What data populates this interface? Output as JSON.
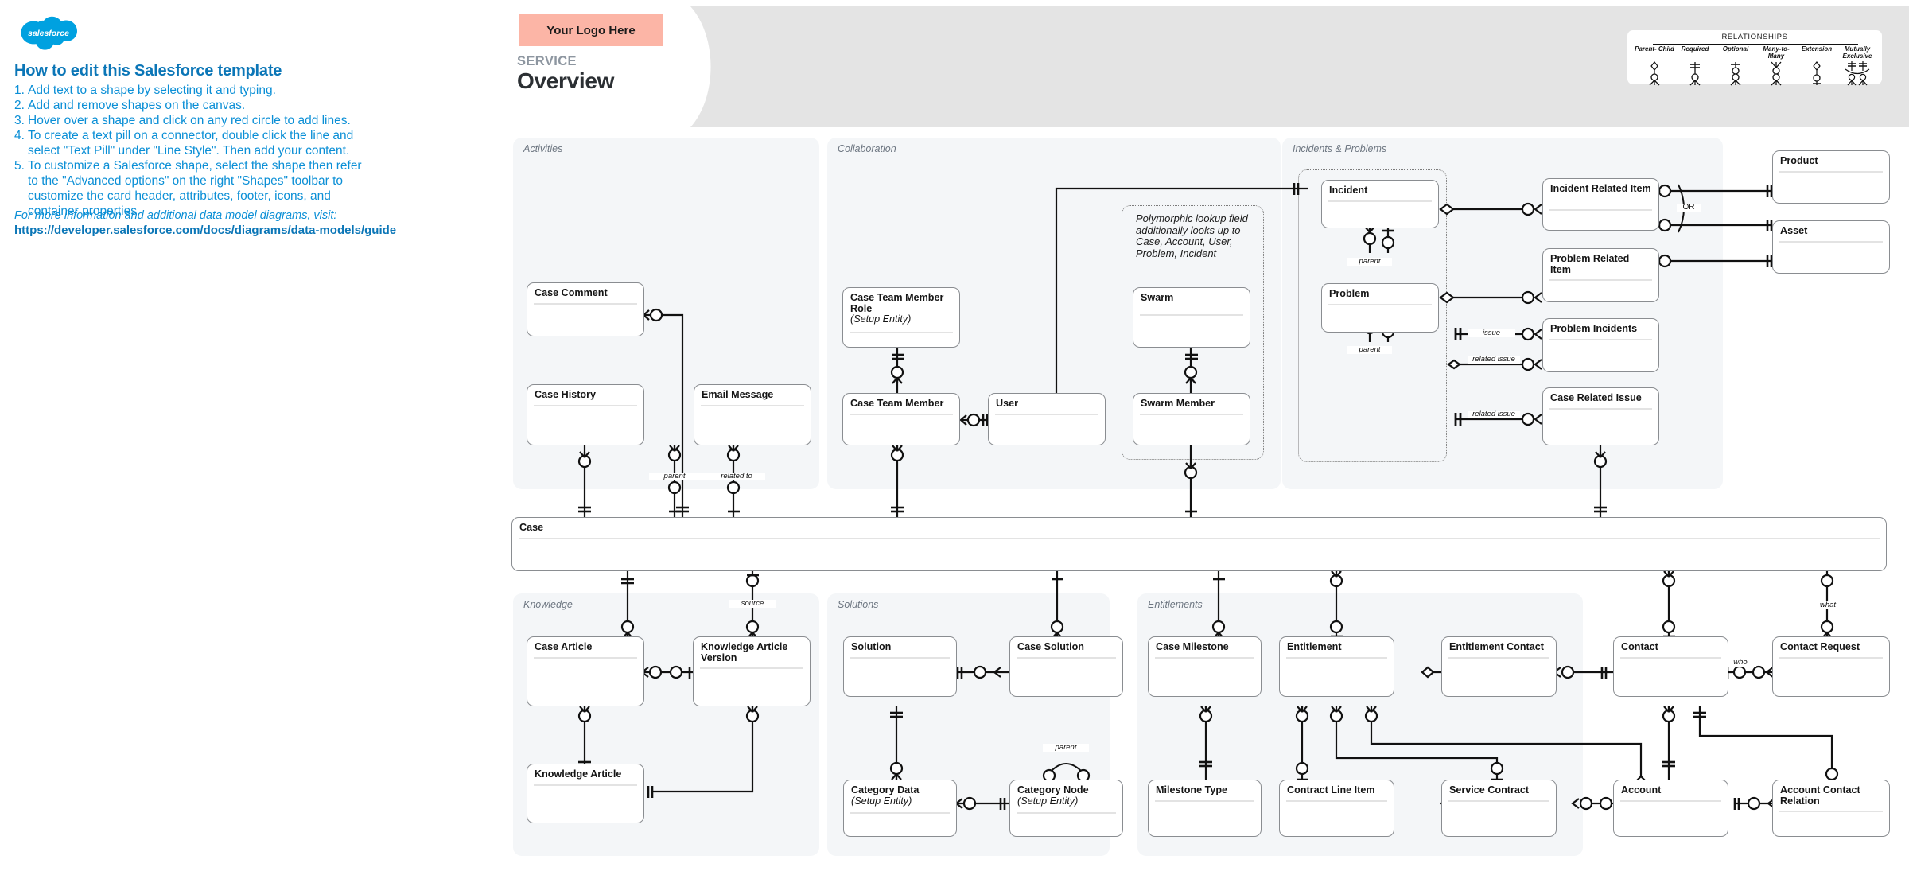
{
  "sidebar": {
    "logo_alt": "salesforce-logo",
    "title": "How to edit this Salesforce template",
    "steps": [
      {
        "num": "1.",
        "text": "Add text to a shape by selecting it and typing."
      },
      {
        "num": "2.",
        "text": "Add and remove shapes on the canvas."
      },
      {
        "num": "3.",
        "text": "Hover over a shape and click on any red circle to add lines."
      },
      {
        "num": "4.",
        "text": "To create a text pill on a connector, double click the line and select \"Text Pill\" under \"Line Style\". Then add your content."
      },
      {
        "num": "5.",
        "text": "To customize a Salesforce shape, select the shape then refer to the \"Advanced options\" on the right \"Shapes\" toolbar to customize the card header, attributes, footer, icons, and container properties."
      }
    ],
    "more_info": "For more information and additional data model diagrams, visit:",
    "link": "https://developer.salesforce.com/docs/diagrams/data-models/guide"
  },
  "header": {
    "logo_placeholder": "Your Logo Here",
    "kicker": "SERVICE",
    "title": "Overview",
    "band_color": "#e4e4e4",
    "logo_box_color": "#fcb5a6"
  },
  "legend": {
    "title": "RELATIONSHIPS",
    "items": [
      {
        "label": "Parent-\nChild",
        "kind": "parent-child"
      },
      {
        "label": "Required",
        "kind": "required"
      },
      {
        "label": "Optional",
        "kind": "optional"
      },
      {
        "label": "Many-to-\nMany",
        "kind": "many-to-many"
      },
      {
        "label": "Extension",
        "kind": "extension"
      },
      {
        "label": "Mutually\nExclusive",
        "kind": "mutually-exclusive"
      }
    ]
  },
  "containers": [
    {
      "id": "activities",
      "label": "Activities"
    },
    {
      "id": "collaboration",
      "label": "Collaboration"
    },
    {
      "id": "incidents",
      "label": "Incidents & Problems"
    },
    {
      "id": "knowledge",
      "label": "Knowledge"
    },
    {
      "id": "solutions",
      "label": "Solutions"
    },
    {
      "id": "entitlements",
      "label": "Entitlements"
    }
  ],
  "notes": {
    "polymorphic": "Polymorphic lookup field additionally looks up to Case, Account, User, Problem, Incident"
  },
  "entities": {
    "case_comment": {
      "name": "Case Comment"
    },
    "case_history": {
      "name": "Case History"
    },
    "email_message": {
      "name": "Email Message"
    },
    "case_team_member_role": {
      "name": "Case Team Member Role",
      "sub": "(Setup Entity)"
    },
    "case_team_member": {
      "name": "Case Team Member"
    },
    "user": {
      "name": "User"
    },
    "swarm": {
      "name": "Swarm"
    },
    "swarm_member": {
      "name": "Swarm Member"
    },
    "incident": {
      "name": "Incident"
    },
    "problem": {
      "name": "Problem"
    },
    "incident_related_item": {
      "name": "Incident Related Item"
    },
    "problem_related_item": {
      "name": "Problem Related Item"
    },
    "problem_incidents": {
      "name": "Problem Incidents"
    },
    "case_related_issue": {
      "name": "Case Related Issue"
    },
    "product": {
      "name": "Product"
    },
    "asset": {
      "name": "Asset"
    },
    "case": {
      "name": "Case"
    },
    "case_article": {
      "name": "Case Article"
    },
    "knowledge_article_version": {
      "name": "Knowledge Article Version"
    },
    "knowledge_article": {
      "name": "Knowledge Article"
    },
    "solution": {
      "name": "Solution"
    },
    "case_solution": {
      "name": "Case Solution"
    },
    "category_data": {
      "name": "Category Data",
      "sub": "(Setup Entity)"
    },
    "category_node": {
      "name": "Category Node",
      "sub": "(Setup Entity)"
    },
    "case_milestone": {
      "name": "Case Milestone"
    },
    "entitlement": {
      "name": "Entitlement"
    },
    "entitlement_contact": {
      "name": "Entitlement Contact"
    },
    "milestone_type": {
      "name": "Milestone Type"
    },
    "contract_line_item": {
      "name": "Contract Line Item"
    },
    "service_contract": {
      "name": "Service Contract"
    },
    "contact": {
      "name": "Contact"
    },
    "contact_request": {
      "name": "Contact Request"
    },
    "account": {
      "name": "Account"
    },
    "account_contact_relation": {
      "name": "Account Contact Relation"
    }
  },
  "connector_labels": {
    "parent_a": "parent",
    "parent_b": "parent",
    "related_to": "related to",
    "incident_parent": "parent",
    "problem_parent": "parent",
    "issue": "issue",
    "related_issue_1": "related issue",
    "related_issue_2": "related issue",
    "or_1": "OR",
    "source": "source",
    "category_parent": "parent",
    "who": "who",
    "what": "what"
  }
}
